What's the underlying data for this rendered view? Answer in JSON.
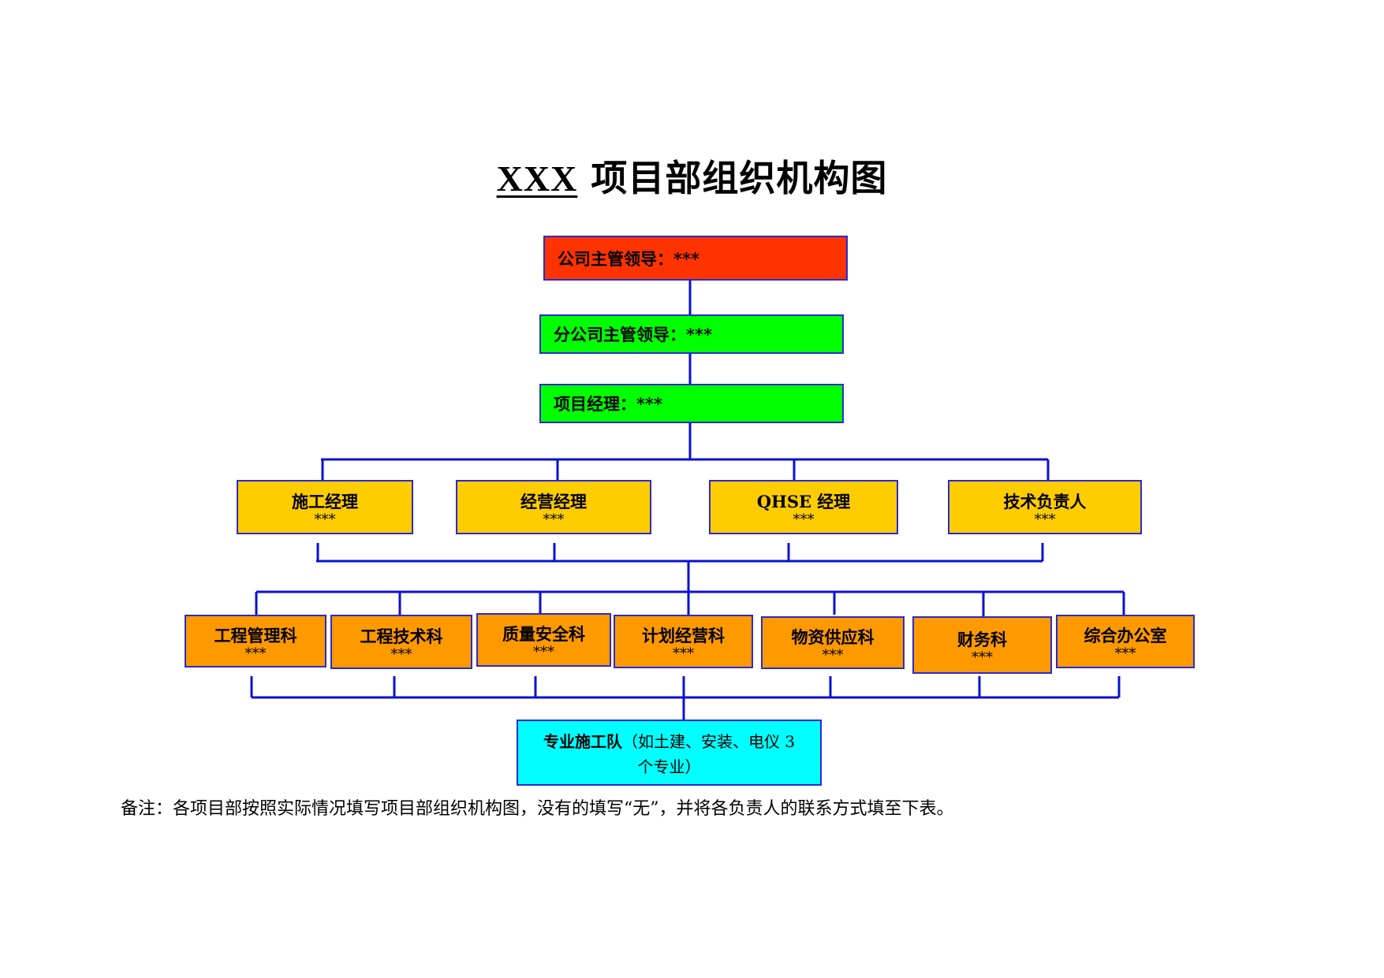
{
  "title": {
    "prefix": "XXX",
    "text": " 项目部组织机构图"
  },
  "nodes": {
    "company_leader": {
      "label": "公司主管领导：***",
      "color": "#ff3300"
    },
    "branch_leader": {
      "label": "分公司主管领导：***",
      "color": "#00ff00"
    },
    "project_manager": {
      "label": "项目经理：***",
      "color": "#00ff00"
    },
    "managers": [
      {
        "title": "施工经理",
        "name": "***"
      },
      {
        "title": "经营经理",
        "name": "***"
      },
      {
        "title": "QHSE 经理",
        "name": "***"
      },
      {
        "title": "技术负责人",
        "name": "***"
      }
    ],
    "departments": [
      {
        "title": "工程管理科",
        "name": "***"
      },
      {
        "title": "工程技术科",
        "name": "***"
      },
      {
        "title": "质量安全科",
        "name": "***"
      },
      {
        "title": "计划经营科",
        "name": "***"
      },
      {
        "title": "物资供应科",
        "name": "***"
      },
      {
        "title": "财务科",
        "name": "***"
      },
      {
        "title": "综合办公室",
        "name": "***"
      }
    ],
    "team": {
      "label": "专业施工队",
      "detail_line1": "（如土建、安装、电仪 3",
      "detail_line2": "个专业）"
    }
  },
  "colors": {
    "connector": "#0a10d6",
    "manager_box": "#ffcc00",
    "department_box": "#ff9900",
    "team_box": "#00ffff"
  },
  "note": "备注：各项目部按照实际情况填写项目部组织机构图，没有的填写“无”，并将各负责人的联系方式填至下表。"
}
